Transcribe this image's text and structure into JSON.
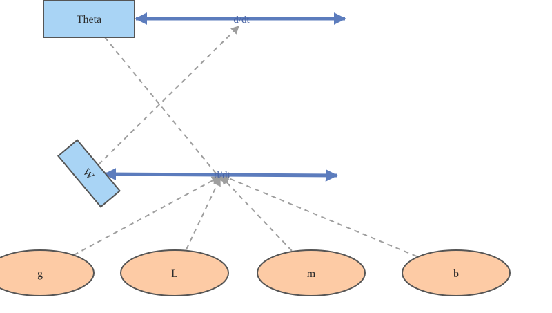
{
  "colors": {
    "stock_fill": "#a9d4f5",
    "param_fill": "#fdcba5",
    "flow": "#5c7cbd",
    "influence": "#9e9e9e",
    "outline": "#555555"
  },
  "stocks": [
    {
      "id": "theta",
      "label": "Theta"
    },
    {
      "id": "w",
      "label": "W"
    }
  ],
  "flows": [
    {
      "id": "dtheta",
      "label": "d/dt"
    },
    {
      "id": "dw",
      "label": "d/dt"
    }
  ],
  "parameters": [
    {
      "id": "g",
      "label": "g"
    },
    {
      "id": "L",
      "label": "L"
    },
    {
      "id": "m",
      "label": "m"
    },
    {
      "id": "b",
      "label": "b"
    }
  ],
  "links": [
    {
      "from": "theta",
      "to": "dw"
    },
    {
      "from": "w",
      "to": "dtheta"
    },
    {
      "from": "g",
      "to": "dw"
    },
    {
      "from": "L",
      "to": "dw"
    },
    {
      "from": "m",
      "to": "dw"
    },
    {
      "from": "b",
      "to": "dw"
    }
  ]
}
